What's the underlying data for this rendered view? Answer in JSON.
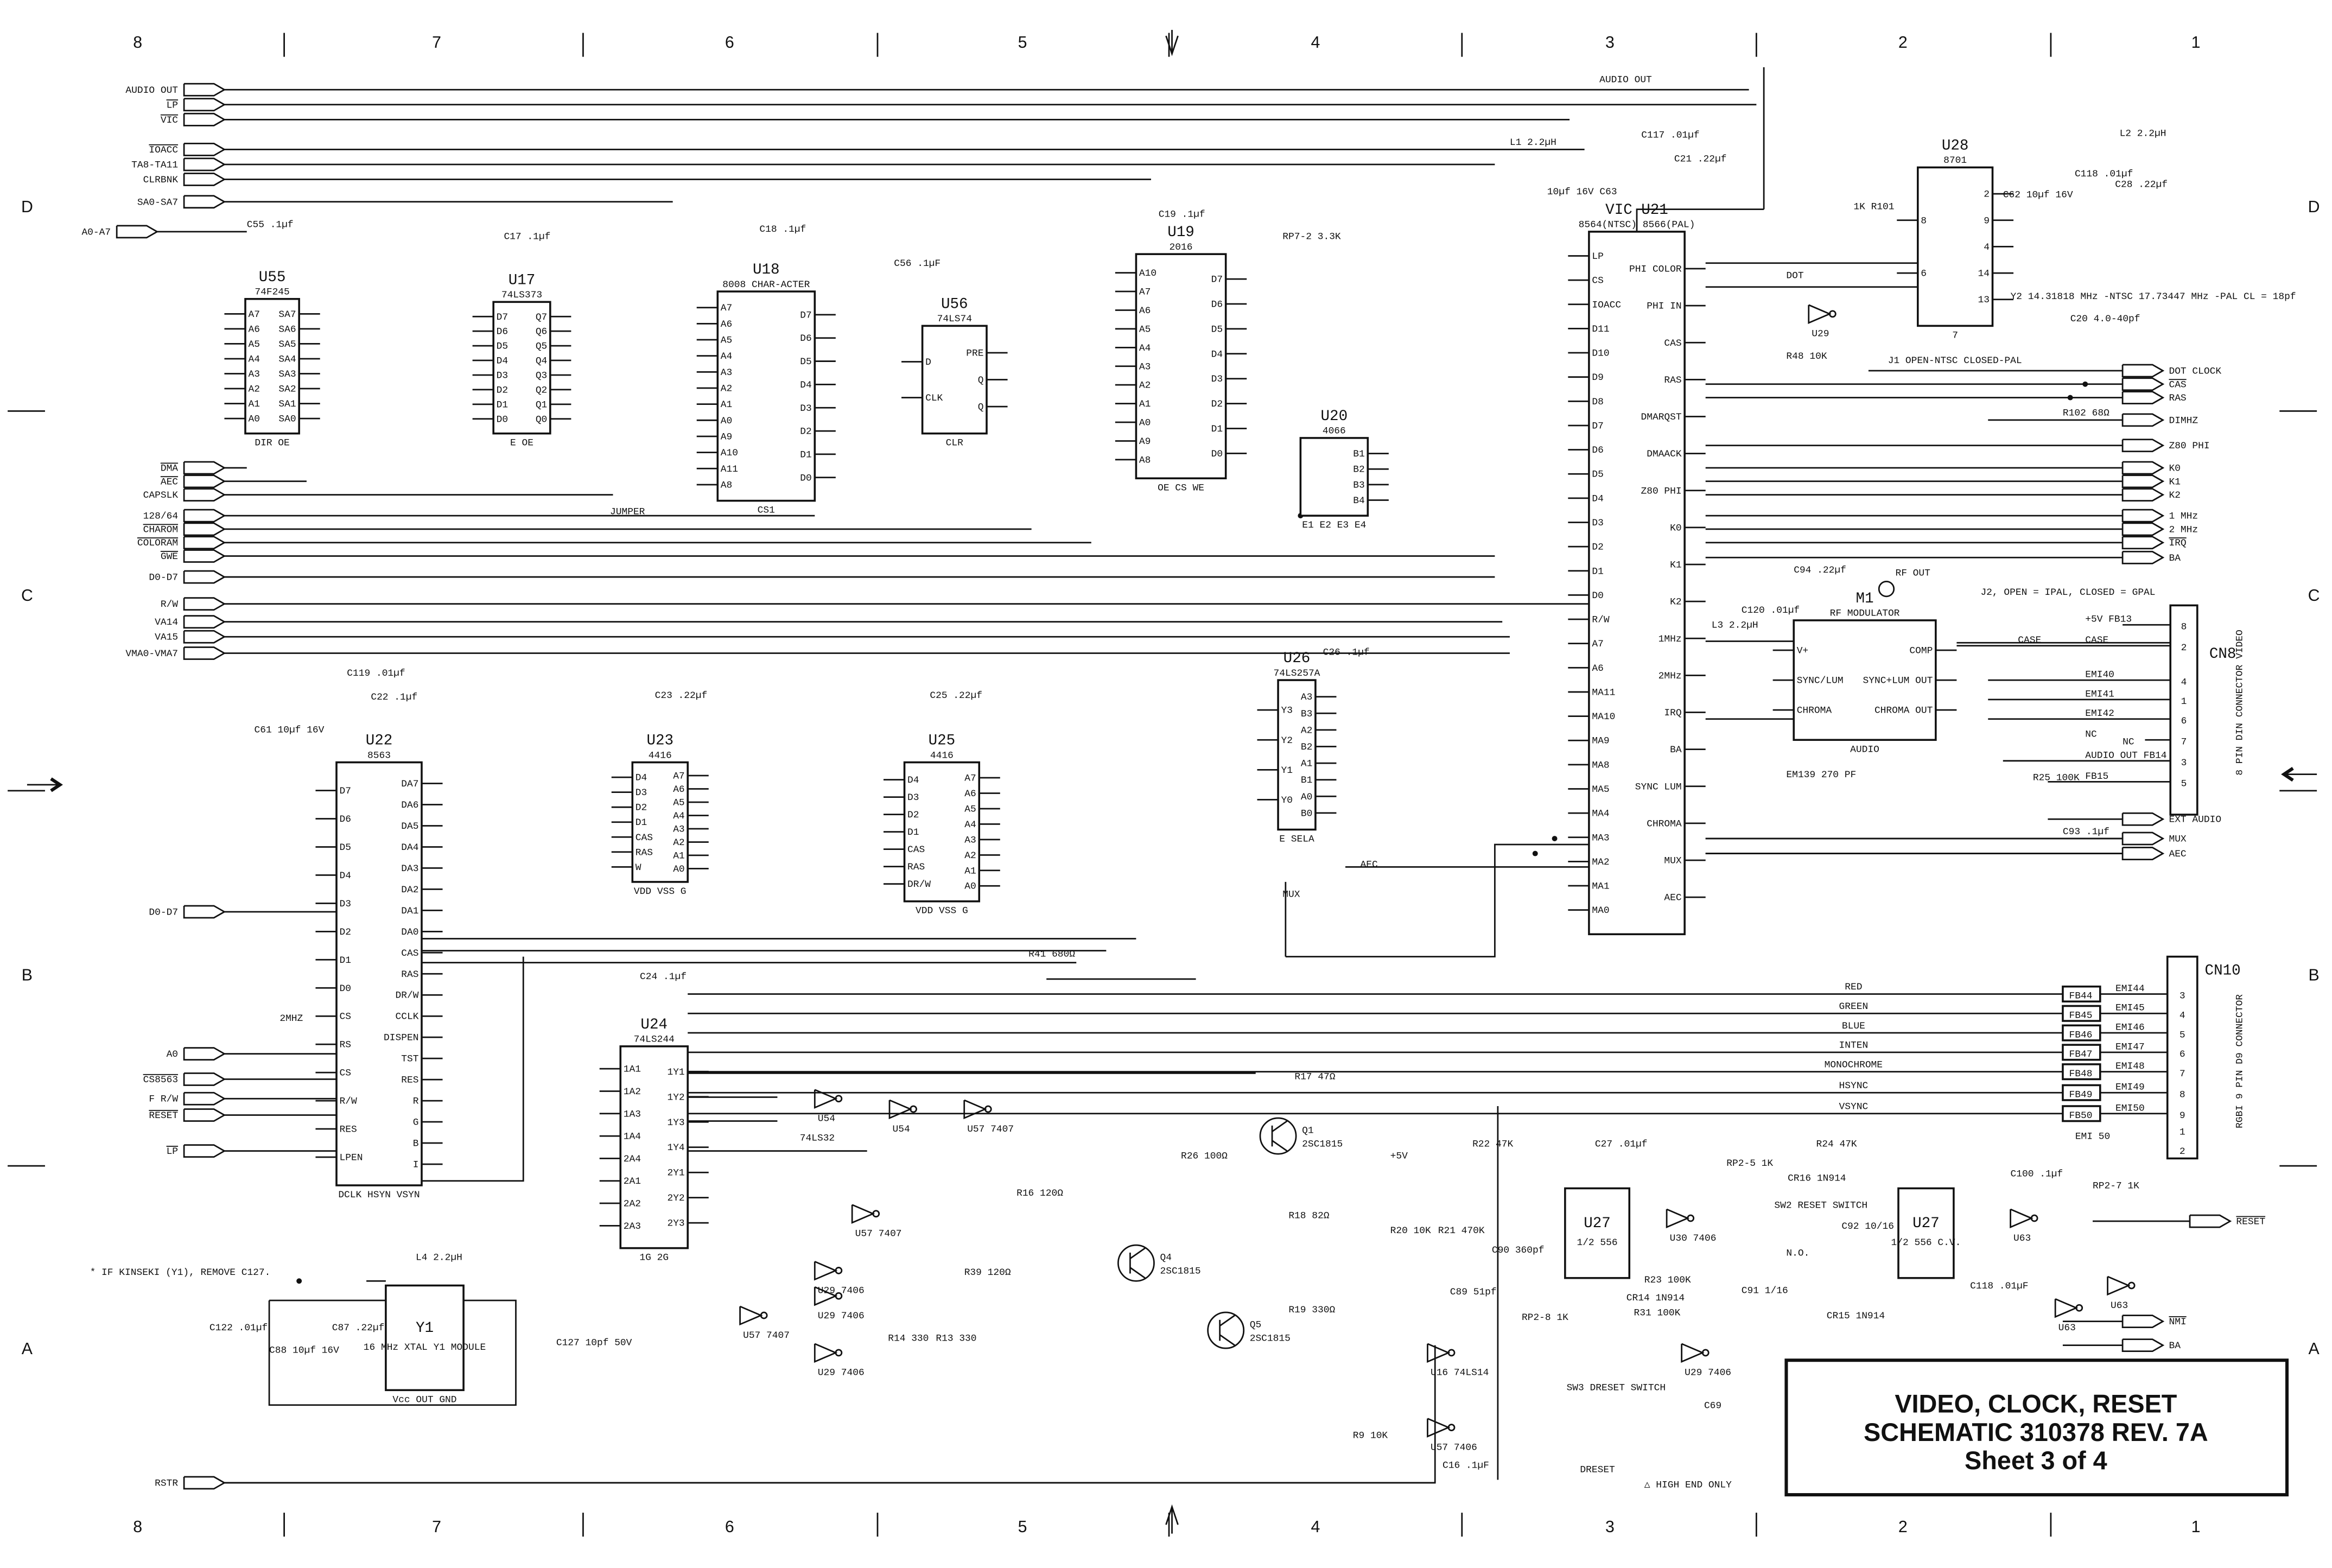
{
  "title": {
    "line1": "VIDEO, CLOCK, RESET",
    "line2": "SCHEMATIC 310378 REV. 7A",
    "line3": "Sheet 3 of 4"
  },
  "border": {
    "columns": [
      "8",
      "7",
      "6",
      "5",
      "4",
      "3",
      "2",
      "1"
    ],
    "rows": [
      "D",
      "C",
      "B",
      "A"
    ]
  },
  "inputs": [
    {
      "label": "AUDIO OUT"
    },
    {
      "label": "LP",
      "active_low": true
    },
    {
      "label": "VIC",
      "active_low": true
    },
    {
      "label": "IOACC",
      "active_low": true
    },
    {
      "label": "TA8-TA11"
    },
    {
      "label": "CLRBNK"
    },
    {
      "label": "SA0-SA7"
    },
    {
      "label": "A0-A7"
    },
    {
      "label": "DMA",
      "active_low": true
    },
    {
      "label": "AEC",
      "active_low": true
    },
    {
      "label": "CAPSLK"
    },
    {
      "label": "128/64"
    },
    {
      "label": "CHAROM",
      "active_low": true
    },
    {
      "label": "COLORAM",
      "active_low": true
    },
    {
      "label": "GWE",
      "active_low": true
    },
    {
      "label": "D0-D7"
    },
    {
      "label": "R/W"
    },
    {
      "label": "VA14"
    },
    {
      "label": "VA15"
    },
    {
      "label": "VMA0-VMA7"
    },
    {
      "label": "D0-D7"
    },
    {
      "label": "A0"
    },
    {
      "label": "CS8563",
      "active_low": true
    },
    {
      "label": "F R/W"
    },
    {
      "label": "RESET",
      "active_low": true
    },
    {
      "label": "LP",
      "active_low": true
    },
    {
      "label": "RSTR"
    }
  ],
  "outputs": [
    {
      "label": "DOT CLOCK"
    },
    {
      "label": "CAS",
      "active_low": true
    },
    {
      "label": "RAS"
    },
    {
      "label": "DIMHZ"
    },
    {
      "label": "Z80 PHI"
    },
    {
      "label": "K0"
    },
    {
      "label": "K1"
    },
    {
      "label": "K2"
    },
    {
      "label": "1 MHz"
    },
    {
      "label": "2 MHz"
    },
    {
      "label": "IRQ",
      "active_low": true
    },
    {
      "label": "BA"
    },
    {
      "label": "EXT AUDIO"
    },
    {
      "label": "MUX"
    },
    {
      "label": "AEC"
    },
    {
      "label": "RESET",
      "active_low": true
    },
    {
      "label": "NMI",
      "active_low": true
    },
    {
      "label": "BA"
    }
  ],
  "components": [
    {
      "ref": "U55",
      "part": "74F245",
      "left": [
        "A7",
        "A6",
        "A5",
        "A4",
        "A3",
        "A2",
        "A1",
        "A0"
      ],
      "right": [
        "SA7",
        "SA6",
        "SA5",
        "SA4",
        "SA3",
        "SA2",
        "SA1",
        "SA0"
      ],
      "bottom": "DIR  OE"
    },
    {
      "ref": "U17",
      "part": "74LS373",
      "left": [
        "D7",
        "D6",
        "D5",
        "D4",
        "D3",
        "D2",
        "D1",
        "D0"
      ],
      "right": [
        "Q7",
        "Q6",
        "Q5",
        "Q4",
        "Q3",
        "Q2",
        "Q1",
        "Q0"
      ],
      "bottom": "E  OE"
    },
    {
      "ref": "U18",
      "part": "8008 CHAR-ACTER",
      "left": [
        "A7",
        "A6",
        "A5",
        "A4",
        "A3",
        "A2",
        "A1",
        "A0",
        "A9",
        "A10",
        "A11",
        "A8"
      ],
      "right": [
        "D7",
        "D6",
        "D5",
        "D4",
        "D3",
        "D2",
        "D1",
        "D0"
      ],
      "bottom": "CS1"
    },
    {
      "ref": "U56",
      "part": "74LS74",
      "left": [
        "D",
        "CLK"
      ],
      "right": [
        "PRE",
        "Q",
        "Q"
      ],
      "bottom": "CLR"
    },
    {
      "ref": "U19",
      "part": "2016",
      "left": [
        "A10",
        "A7",
        "A6",
        "A5",
        "A4",
        "A3",
        "A2",
        "A1",
        "A0",
        "A9",
        "A8"
      ],
      "right": [
        "D7",
        "D6",
        "D5",
        "D4",
        "D3",
        "D2",
        "D1",
        "D0"
      ],
      "bottom": "OE CS WE"
    },
    {
      "ref": "U20",
      "part": "4066",
      "left": [],
      "right": [
        "B1",
        "B2",
        "B3",
        "B4"
      ],
      "bottom": "E1 E2 E3 E4"
    },
    {
      "ref": "VIC U21",
      "part": "8564(NTSC) 8566(PAL)",
      "left": [
        "LP",
        "CS",
        "IOACC",
        "D11",
        "D10",
        "D9",
        "D8",
        "D7",
        "D6",
        "D5",
        "D4",
        "D3",
        "D2",
        "D1",
        "D0",
        "R/W",
        "A7",
        "A6",
        "MA11",
        "MA10",
        "MA9",
        "MA8",
        "MA5",
        "MA4",
        "MA3",
        "MA2",
        "MA1",
        "MA0"
      ],
      "right": [
        "PHI COLOR",
        "PHI IN",
        "CAS",
        "RAS",
        "DMARQST",
        "DMAACK",
        "Z80 PHI",
        "K0",
        "K1",
        "K2",
        "1MHz",
        "2MHz",
        "IRQ",
        "BA",
        "SYNC LUM",
        "CHROMA",
        "MUX",
        "AEC"
      ],
      "bottom": ""
    },
    {
      "ref": "U28",
      "part": "8701",
      "left": [
        "8",
        "6"
      ],
      "right": [
        "2",
        "9",
        "4",
        "14",
        "13"
      ],
      "bottom": "7"
    },
    {
      "ref": "U22",
      "part": "8563",
      "left": [
        "D7",
        "D6",
        "D5",
        "D4",
        "D3",
        "D2",
        "D1",
        "D0",
        "CS",
        "RS",
        "CS",
        "R/W",
        "RES",
        "LPEN"
      ],
      "right": [
        "DA7",
        "DA6",
        "DA5",
        "DA4",
        "DA3",
        "DA2",
        "DA1",
        "DA0",
        "CAS",
        "RAS",
        "DR/W",
        "CCLK",
        "DISPEN",
        "TST",
        "RES",
        "R",
        "G",
        "B",
        "I"
      ],
      "bottom": "DCLK HSYN VSYN"
    },
    {
      "ref": "U23",
      "part": "4416",
      "left": [
        "D4",
        "D3",
        "D2",
        "D1",
        "CAS",
        "RAS",
        "W"
      ],
      "right": [
        "A7",
        "A6",
        "A5",
        "A4",
        "A3",
        "A2",
        "A1",
        "A0"
      ],
      "bottom": "VDD VSS G"
    },
    {
      "ref": "U25",
      "part": "4416",
      "left": [
        "D4",
        "D3",
        "D2",
        "D1",
        "CAS",
        "RAS",
        "DR/W"
      ],
      "right": [
        "A7",
        "A6",
        "A5",
        "A4",
        "A3",
        "A2",
        "A1",
        "A0"
      ],
      "bottom": "VDD VSS G"
    },
    {
      "ref": "U26",
      "part": "74LS257A",
      "left": [
        "Y3",
        "Y2",
        "Y1",
        "Y0"
      ],
      "right": [
        "A3",
        "B3",
        "A2",
        "B2",
        "A1",
        "B1",
        "A0",
        "B0"
      ],
      "bottom": "E SELA"
    },
    {
      "ref": "U24",
      "part": "74LS244",
      "left": [
        "1A1",
        "1A2",
        "1A3",
        "1A4",
        "2A4",
        "2A1",
        "2A2",
        "2A3"
      ],
      "right": [
        "1Y1",
        "1Y2",
        "1Y3",
        "1Y4",
        "2Y1",
        "2Y2",
        "2Y3"
      ],
      "bottom": "1G 2G"
    },
    {
      "ref": "M1",
      "part": "RF MODULATOR",
      "left": [
        "V+",
        "SYNC/LUM",
        "CHROMA"
      ],
      "right": [
        "COMP",
        "SYNC+LUM OUT",
        "CHROMA OUT"
      ],
      "bottom": "AUDIO"
    },
    {
      "ref": "Y1",
      "part": "16 MHz XTAL Y1 MODULE",
      "left": [],
      "right": [],
      "bottom": "Vcc OUT GND"
    },
    {
      "ref": "U27",
      "part": "1/2 556",
      "left": [],
      "right": [],
      "bottom": ""
    },
    {
      "ref": "U27",
      "part": "1/2 556 C.V.",
      "left": [],
      "right": [],
      "bottom": ""
    }
  ],
  "cn8": {
    "ref": "CN8",
    "desc": "8 PIN DIN CONNECTOR VIDEO",
    "pins": [
      "8",
      "2",
      "4",
      "1",
      "6",
      "7",
      "3",
      "5"
    ],
    "nets": [
      "+5V FB13",
      "CASE",
      "EMI40",
      "EMI41",
      "EMI42",
      "NC",
      "AUDIO OUT FB14",
      "FB15"
    ]
  },
  "cn10": {
    "ref": "CN10",
    "desc": "RGBI 9 PIN D9 CONNECTOR",
    "signals": [
      {
        "name": "RED",
        "fb": "FB44",
        "emi": "EMI44",
        "pin": "3"
      },
      {
        "name": "GREEN",
        "fb": "FB45",
        "emi": "EMI45",
        "pin": "4"
      },
      {
        "name": "BLUE",
        "fb": "FB46",
        "emi": "EMI46",
        "pin": "5"
      },
      {
        "name": "INTEN",
        "fb": "FB47",
        "emi": "EMI47",
        "pin": "6"
      },
      {
        "name": "MONOCHROME",
        "fb": "FB48",
        "emi": "EMI48",
        "pin": "7"
      },
      {
        "name": "HSYNC",
        "fb": "FB49",
        "emi": "EMI49",
        "pin": "8"
      },
      {
        "name": "VSYNC",
        "fb": "FB50",
        "emi": "EMI50",
        "pin": "9"
      }
    ],
    "ground_pins": [
      "1",
      "2"
    ],
    "ground_label": "EMI 50"
  },
  "transistors": [
    {
      "ref": "Q1",
      "part": "2SC1815"
    },
    {
      "ref": "Q4",
      "part": "2SC1815"
    },
    {
      "ref": "Q5",
      "part": "2SC1815"
    }
  ],
  "passives": [
    "C55 .1µf",
    "C17 .1µf",
    "C18 .1µf",
    "C56 .1µF",
    "C19 .1µf",
    "RP7-2 3.3K",
    "C26 .1µf",
    "L1 2.2µH",
    "C117 .01µf",
    "C21 .22µf",
    "10µf 16V C63",
    "L2 2.2µH",
    "C62 10µf 16V",
    "C118 .01µf",
    "C28 .22µf",
    "1K R101",
    "R48 10K",
    "R102 68Ω",
    "C20 4.0-40pf",
    "C94 .22µf",
    "C120 .01µf",
    "L3 2.2µH",
    "EM139 270 PF",
    "R25 100K",
    "C93 .1µf",
    "C119 .01µf",
    "C22 .1µf",
    "C61 10µf 16V",
    "C23 .22µf",
    "C25 .22µf",
    "C24 .1µf",
    "R41 680Ω",
    "R17 47Ω",
    "R26 100Ω",
    "R16 120Ω",
    "R18 82Ω",
    "R39 120Ω",
    "R19 330Ω",
    "R14 330",
    "R13 330",
    "L4 2.2µH",
    "C122 .01µf",
    "C88 10µf 16V",
    "C87 .22µf",
    "C127 10pf 50V",
    "R22 47K",
    "R21 470K",
    "R20 10K",
    "C90 360pf",
    "C89 51pf",
    "C27 .01µf",
    "RP2-5 1K",
    "R24 47K",
    "CR16 1N914",
    "C92 10/16",
    "CR15 1N914",
    "C91 1/16",
    "C118 .01µF",
    "R23 100K",
    "RP2-8 1K",
    "RP2-7 1K",
    "R9 10K",
    "C16 .1µF",
    "C100 .1µf",
    "R31 100K",
    "CR14 1N914",
    "C69"
  ],
  "gates": [
    "U54",
    "U54",
    "U57 7407",
    "U57 7407",
    "U29 7406",
    "U29 7406",
    "U57 7407",
    "U29 7406",
    "U29",
    "U30 7406",
    "U16 74LS14",
    "U57 7406",
    "U63",
    "U63",
    "U63",
    "U29 7406"
  ],
  "net_labels": {
    "audio_out": "AUDIO OUT",
    "aec": "AEC",
    "mux": "MUX",
    "dot": "DOT",
    "jumper": "JUMPER",
    "two_mhz": "2MHZ",
    "vcc": "+5V",
    "case": "CASE",
    "nc": "NC",
    "ls32": "74LS32",
    "dreset": "DRESET",
    "sw2": "SW2 RESET SWITCH",
    "sw3": "SW3 DRESET SWITCH",
    "n_o": "N.O."
  },
  "notes": {
    "kinseki": "* IF KINSEKI (Y1), REMOVE C127.",
    "high_end": "△ HIGH END ONLY",
    "j2": "J2, OPEN = IPAL, CLOSED = GPAL",
    "j1": "J1 OPEN-NTSC CLOSED-PAL",
    "y2": "Y2 14.31818 MHz -NTSC 17.73447 MHz -PAL CL = 18pf",
    "rf_out": "RF OUT"
  }
}
